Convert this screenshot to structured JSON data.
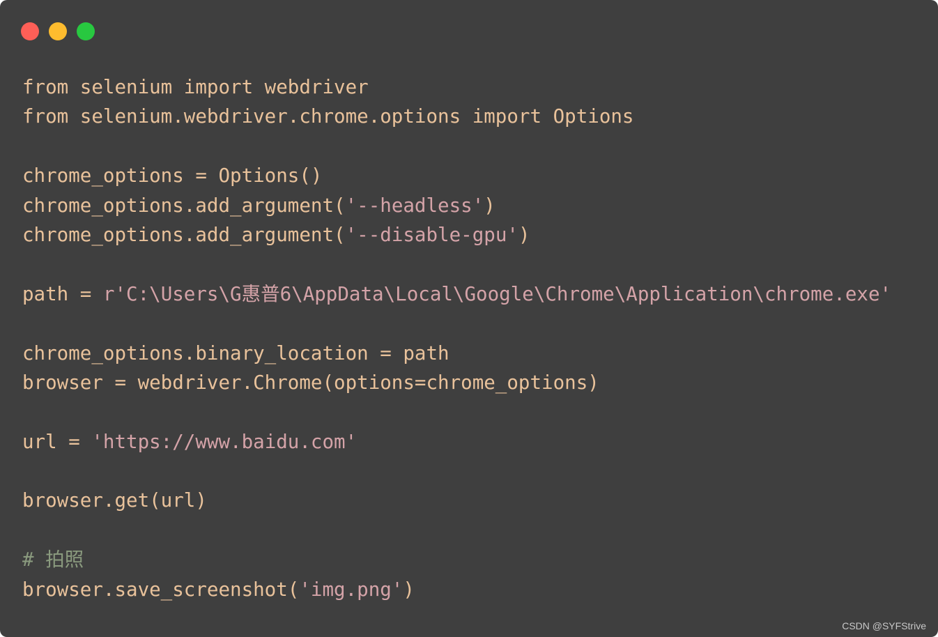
{
  "window": {
    "controls": [
      {
        "name": "close",
        "color": "#fe5f57"
      },
      {
        "name": "minimize",
        "color": "#febc2e"
      },
      {
        "name": "zoom",
        "color": "#28c840"
      }
    ]
  },
  "colors": {
    "background": "#3f3f3f",
    "code_default": "#e9c29b",
    "string": "#d4a3a8",
    "comment": "#8a9a7e"
  },
  "code": {
    "lines": [
      [
        {
          "t": "from selenium import webdriver",
          "k": "default"
        }
      ],
      [
        {
          "t": "from selenium.webdriver.chrome.options import Options",
          "k": "default"
        }
      ],
      [],
      [
        {
          "t": "chrome_options = Options()",
          "k": "default"
        }
      ],
      [
        {
          "t": "chrome_options.add_argument(",
          "k": "default"
        },
        {
          "t": "'--headless'",
          "k": "string"
        },
        {
          "t": ")",
          "k": "default"
        }
      ],
      [
        {
          "t": "chrome_options.add_argument(",
          "k": "default"
        },
        {
          "t": "'--disable-gpu'",
          "k": "string"
        },
        {
          "t": ")",
          "k": "default"
        }
      ],
      [],
      [
        {
          "t": "path = ",
          "k": "default"
        },
        {
          "t": "r'C:\\Users\\G惠普6\\AppData\\Local\\Google\\Chrome\\Application\\chrome.exe'",
          "k": "string"
        }
      ],
      [],
      [
        {
          "t": "chrome_options.binary_location = path",
          "k": "default"
        }
      ],
      [
        {
          "t": "browser = webdriver.Chrome(options=chrome_options)",
          "k": "default"
        }
      ],
      [],
      [
        {
          "t": "url = ",
          "k": "default"
        },
        {
          "t": "'https://www.baidu.com'",
          "k": "string"
        }
      ],
      [],
      [
        {
          "t": "browser.get(url)",
          "k": "default"
        }
      ],
      [],
      [
        {
          "t": "# 拍照",
          "k": "comment"
        }
      ],
      [
        {
          "t": "browser.save_screenshot(",
          "k": "default"
        },
        {
          "t": "'img.png'",
          "k": "string"
        },
        {
          "t": ")",
          "k": "default"
        }
      ]
    ]
  },
  "watermark": "CSDN @SYFStrive"
}
